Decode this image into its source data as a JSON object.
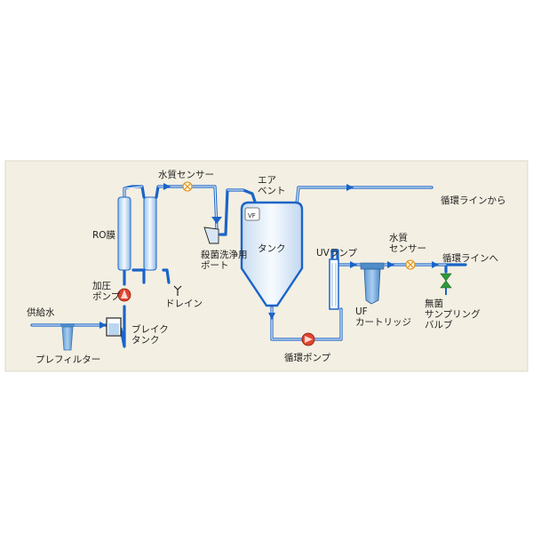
{
  "labels": {
    "feed_water": "供給水",
    "prefilter": "プレフィルター",
    "break_tank": "ブレイク\nタンク",
    "pressure_pump": "加圧\nポンプ",
    "ro_membrane": "RO膜",
    "drain": "ドレイン",
    "water_quality_sensor_1": "水質センサー",
    "sterilization_port": "殺菌洗浄用\nポート",
    "air_vent": "エア\nベント",
    "tank": "タンク",
    "vf": "VF",
    "circulation_pump": "循環ポンプ",
    "uv_lamp": "UVランプ",
    "uf_cartridge": "UF\nカートリッジ",
    "water_quality_sensor_2": "水質\nセンサー",
    "from_circulation_line": "循環ラインから",
    "to_circulation_line": "循環ラインへ",
    "sterile_sampling_valve": "無菌\nサンプリング\nバルブ"
  },
  "colors": {
    "background": "#f3efe2",
    "pipe": "#1a64c8",
    "pump": "#e0442f",
    "valve": "#2e9a3a",
    "equipment": "#7fb0e0"
  }
}
